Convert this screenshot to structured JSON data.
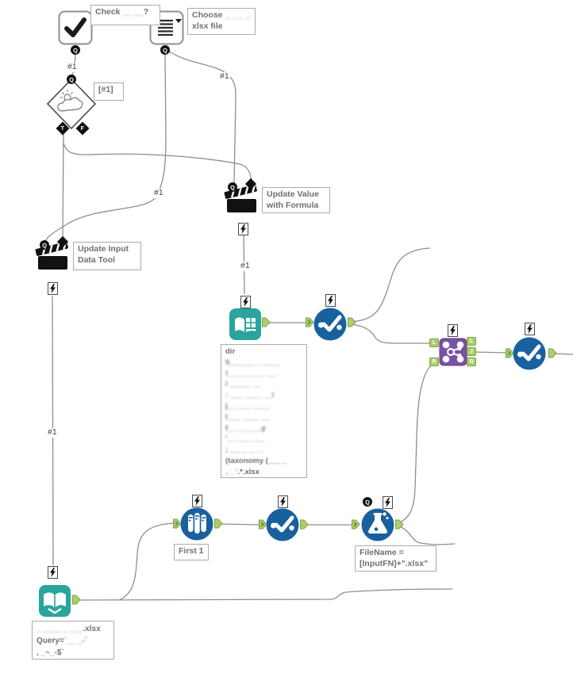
{
  "colors": {
    "canvas_bg": "#FFFFFF",
    "tool_teal": "#2AA49E",
    "tool_blue": "#19609E",
    "tool_purple": "#7A52A3",
    "anchor_green": "#ABCF6B",
    "anchor_green_border": "#7EA24C",
    "wire_gray": "#8E8E8E",
    "annotation_border": "#ABABAB",
    "annotation_text": "#6F6F6F",
    "label_text": "#3F3F3F",
    "icon_black": "#111111"
  },
  "connection_labels": {
    "checkbox_to_condition": "#1",
    "dropdown_to_update_value": "#1",
    "dropdown_to_update_input": "#1",
    "update_value_to_input": "#1",
    "update_input_to_bottom_input": "#1"
  },
  "anchors": {
    "q": "Q",
    "t": "T",
    "f": "F",
    "join_input_left": "L",
    "join_input_right": "R",
    "join_output_left": "L",
    "join_output_join": "J",
    "join_output_right": "R"
  },
  "annotations": {
    "checkbox": {
      "prefix": "Check ",
      "redacted": "__ __",
      "suffix": "?"
    },
    "dropdown": {
      "line1_prefix": "Choose ",
      "line1_redacted": "_ _ _ _",
      "line2": "xlsx file"
    },
    "condition": {
      "text": "[#1]"
    },
    "update_value_action": {
      "line1": "Update Value",
      "line2": "with Formula"
    },
    "update_input_action": {
      "line1": "Update Input",
      "line2": "Data Tool"
    },
    "directory_input": {
      "lines": [
        "dir",
        "\\\\______ _ ____",
        "!_________  __",
        "/ _____ __",
        ": ___ ____ __\\",
        "|__ ___ ____",
        "l___ ____ __",
        "f__ _____.y",
        "'__ ___ ___",
        "; ____ __ _",
        "(taxonomy (___ _",
        ", _ '"
      ],
      "last_visible": ".*.xlsx"
    },
    "sample": {
      "text": "First 1"
    },
    "formula": {
      "line1": "FileName =",
      "line2": "[InputFN]+\".xlsx\""
    },
    "bottom_input": {
      "line1_redacted": "_ ____ _ ___",
      "line1_visible": ".xlsx",
      "line2_visible": "Query=",
      "line2_redacted": "`__  _-`",
      "line3_redacted": ", _~_-",
      "line3_visible": "$`"
    }
  }
}
